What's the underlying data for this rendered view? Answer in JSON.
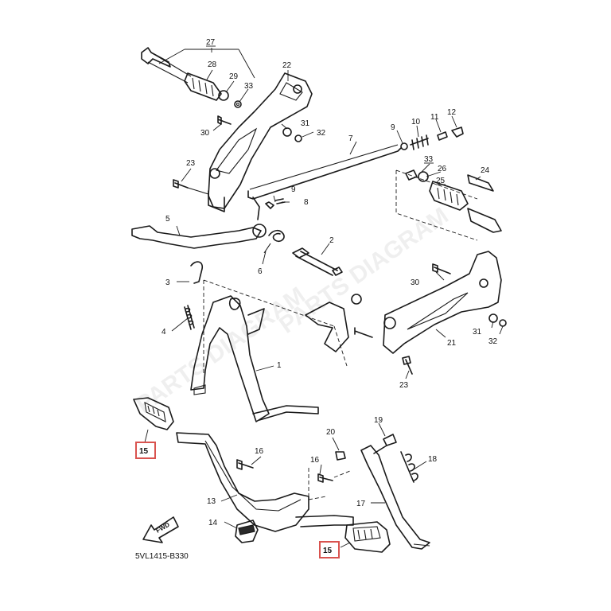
{
  "diagram": {
    "code": "5VL1415-B330",
    "fwd_text": "FWD",
    "highlight_color": "#d9534f",
    "callouts": [
      {
        "id": "c27",
        "text": "27"
      },
      {
        "id": "c28",
        "text": "28"
      },
      {
        "id": "c29",
        "text": "29"
      },
      {
        "id": "c33a",
        "text": "33"
      },
      {
        "id": "c22",
        "text": "22"
      },
      {
        "id": "c30a",
        "text": "30"
      },
      {
        "id": "c31a",
        "text": "31"
      },
      {
        "id": "c32a",
        "text": "32"
      },
      {
        "id": "c9a",
        "text": "9"
      },
      {
        "id": "c10",
        "text": "10"
      },
      {
        "id": "c11",
        "text": "11"
      },
      {
        "id": "c12",
        "text": "12"
      },
      {
        "id": "c7",
        "text": "7"
      },
      {
        "id": "c23a",
        "text": "23"
      },
      {
        "id": "c33b",
        "text": "33"
      },
      {
        "id": "c26",
        "text": "26"
      },
      {
        "id": "c24",
        "text": "24"
      },
      {
        "id": "c25",
        "text": "25"
      },
      {
        "id": "c9b",
        "text": "9"
      },
      {
        "id": "c8",
        "text": "8"
      },
      {
        "id": "c5",
        "text": "5"
      },
      {
        "id": "c2",
        "text": "2"
      },
      {
        "id": "c6",
        "text": "6"
      },
      {
        "id": "c3",
        "text": "3"
      },
      {
        "id": "c30b",
        "text": "30"
      },
      {
        "id": "c4",
        "text": "4"
      },
      {
        "id": "c1",
        "text": "1"
      },
      {
        "id": "c21",
        "text": "21"
      },
      {
        "id": "c31b",
        "text": "31"
      },
      {
        "id": "c32b",
        "text": "32"
      },
      {
        "id": "c23b",
        "text": "23"
      },
      {
        "id": "c19",
        "text": "19"
      },
      {
        "id": "c20",
        "text": "20"
      },
      {
        "id": "c16a",
        "text": "16"
      },
      {
        "id": "c16b",
        "text": "16"
      },
      {
        "id": "c18",
        "text": "18"
      },
      {
        "id": "c13",
        "text": "13"
      },
      {
        "id": "c17",
        "text": "17"
      },
      {
        "id": "c14",
        "text": "14"
      }
    ],
    "highlighted": [
      {
        "id": "h15a",
        "text": "15"
      },
      {
        "id": "h15b",
        "text": "15"
      }
    ]
  }
}
